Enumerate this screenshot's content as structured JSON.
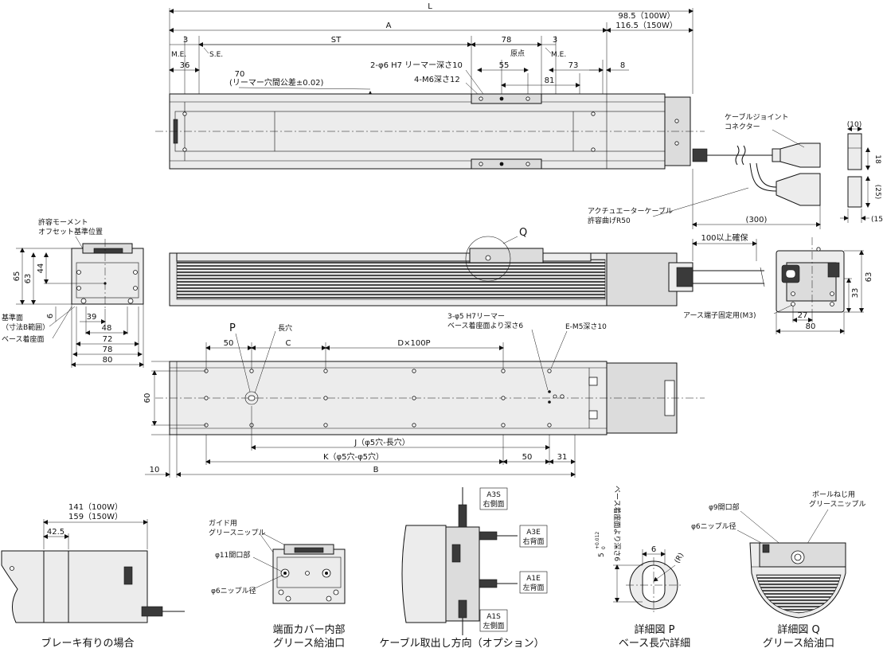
{
  "top_view": {
    "dims": {
      "L": "L",
      "A": "A",
      "ST": "ST",
      "me_left": "3",
      "me_left_label": "M.E.",
      "se_label": "S.E.",
      "d36": "36",
      "d78": "78",
      "genten": "原点",
      "me_right": "3",
      "me_right_label": "M.E.",
      "d55": "55",
      "d73": "73",
      "d81": "81",
      "d8": "8",
      "motor_100": "98.5（100W）",
      "motor_150": "116.5（150W）"
    },
    "notes": {
      "reamer_pitch_a": "70",
      "reamer_pitch_b": "(リーマー穴間公差±0.02)",
      "reamer_holes": "2-φ6 H7 リーマー深さ10",
      "tap_holes": "4-M6深さ12"
    },
    "cable": {
      "joint_a": "ケーブルジョイント",
      "joint_b": "コネクター",
      "actuator_a": "アクチュエーターケーブル",
      "actuator_b": "許容曲げR50",
      "len300": "(300)",
      "c10": "(10)",
      "c18": "18",
      "c25": "(25)",
      "c15": "(15)"
    }
  },
  "side_view": {
    "q_label": "Q",
    "clearance": "100以上確保"
  },
  "left_end": {
    "moment_a": "許容モーメント",
    "moment_b": "オフセット基準位置",
    "d65": "65",
    "d63": "63",
    "d44": "44",
    "d6": "6",
    "d39": "39",
    "d48": "48",
    "d72": "72",
    "d78": "78",
    "d80": "80",
    "ref_a": "基準面",
    "ref_b": "（寸法B範囲）",
    "base_seat": "ベース着座面"
  },
  "right_end": {
    "d63": "63",
    "d33": "33",
    "d27": "27",
    "d80": "80",
    "earth": "アース端子固定用(M3)"
  },
  "bottom_view": {
    "p_label": "P",
    "slot": "長穴",
    "d50a": "50",
    "dC": "C",
    "dD": "D×100P",
    "reamer_a": "3-φ5 H7リーマー",
    "reamer_b": "ベース着座面より深さ6",
    "tap": "E-M5深さ10",
    "d60": "60",
    "dJ": "J（φ5穴-長穴）",
    "dK": "K（φ5穴-φ5穴）",
    "d50b": "50",
    "d31": "31",
    "d10": "10",
    "dB": "B"
  },
  "brake": {
    "d100": "141（100W）",
    "d150": "159（150W）",
    "d42": "42.5",
    "caption": "ブレーキ有りの場合"
  },
  "cover": {
    "guide_a": "ガイド用",
    "guide_b": "グリースニップル",
    "open11": "φ11開口部",
    "nip6": "φ6ニップル径",
    "caption_a": "端面カバー内部",
    "caption_b": "グリース給油口"
  },
  "cable_dir": {
    "a3s": "A3S",
    "a3s_sub": "右側面",
    "a3e": "A3E",
    "a3e_sub": "右背面",
    "a1e": "A1E",
    "a1e_sub": "左背面",
    "a1s": "A1S",
    "a1s_sub": "左側面",
    "caption": "ケーブル取出し方向（オプション）"
  },
  "detail_p": {
    "depth": "ベース着座面より深さ6",
    "tol": "5",
    "tol_sup": "+0.012",
    "tol_sub": "0",
    "d6": "6",
    "r": "(R)",
    "caption_a": "詳細図 P",
    "caption_b": "ベース長穴詳細"
  },
  "detail_q": {
    "open9": "φ9開口部",
    "nip6": "φ6ニップル径",
    "ball_a": "ボールねじ用",
    "ball_b": "グリースニップル",
    "caption_a": "詳細図 Q",
    "caption_b": "グリース給油口"
  }
}
